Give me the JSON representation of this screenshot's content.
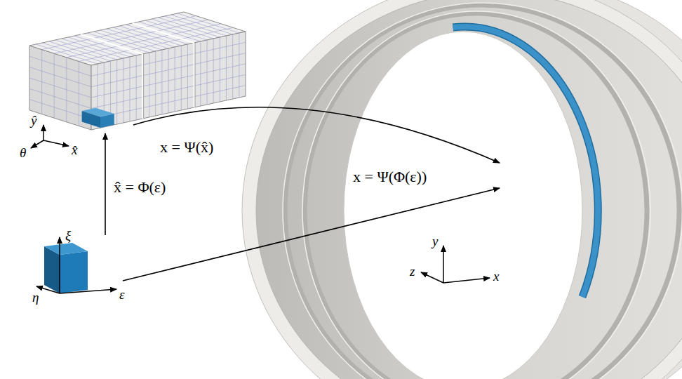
{
  "diagram": {
    "labels": [
      "x = Ψ(x̂)",
      "x̂ = Φ(ε)",
      "x = Ψ(Φ(ε))",
      "ŷ",
      "θ",
      "x̂",
      "ξ",
      "η",
      "ε",
      "y",
      "z",
      "x"
    ]
  }
}
